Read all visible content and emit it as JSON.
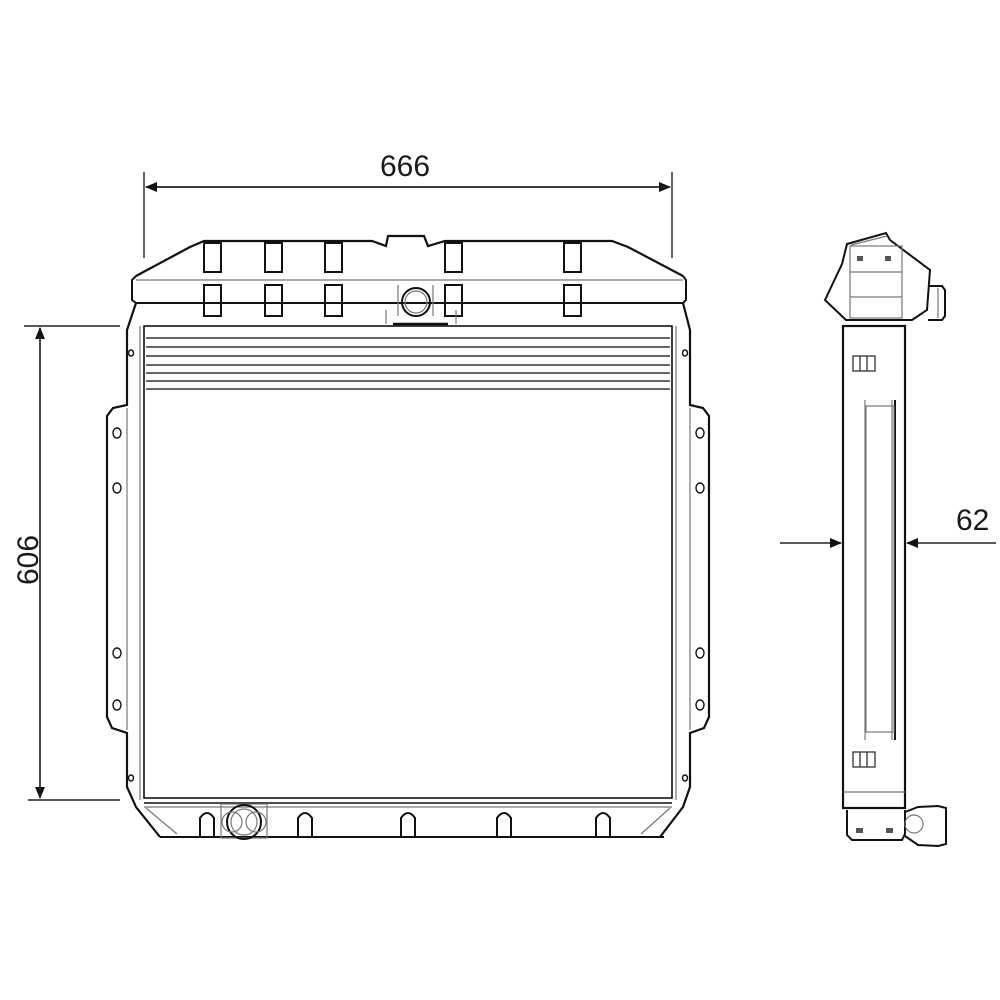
{
  "drawing": {
    "subject": "radiator",
    "views": [
      "front-view",
      "side-view"
    ],
    "line_color": "#111111",
    "background": "#ffffff"
  },
  "dimensions": {
    "width": {
      "label": "666",
      "orientation": "horizontal"
    },
    "height": {
      "label": "606",
      "orientation": "vertical"
    },
    "depth": {
      "label": "62",
      "orientation": "horizontal"
    }
  }
}
